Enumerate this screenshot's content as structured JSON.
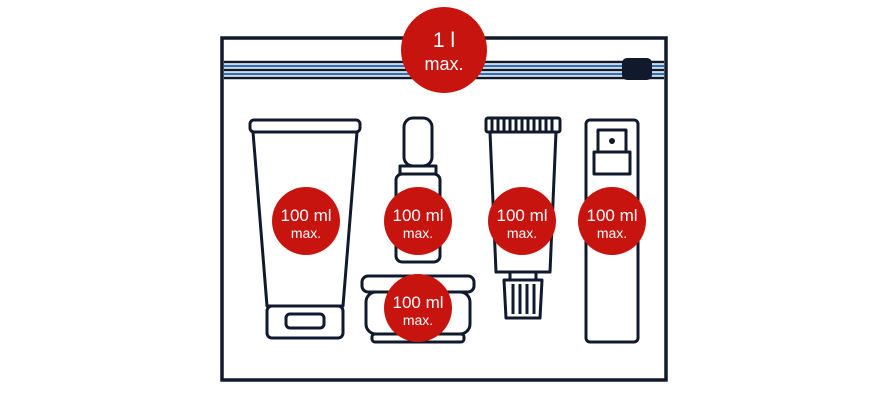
{
  "bag": {
    "limit_value": "1 l",
    "limit_suffix": "max.",
    "stroke_color": "#111a2c",
    "zip_color": "#2f6fb3",
    "badge_color": "#c8140e"
  },
  "containers": [
    {
      "name": "large-tube",
      "icon": "tube-icon",
      "volume": "100 ml",
      "suffix": "max."
    },
    {
      "name": "dropper-bottle",
      "icon": "dropper-bottle-icon",
      "volume": "100 ml",
      "suffix": "max."
    },
    {
      "name": "cream-jar",
      "icon": "jar-icon",
      "volume": "100 ml",
      "suffix": "max."
    },
    {
      "name": "small-tube",
      "icon": "small-tube-icon",
      "volume": "100 ml",
      "suffix": "max."
    },
    {
      "name": "spray-bottle",
      "icon": "spray-bottle-icon",
      "volume": "100 ml",
      "suffix": "max."
    }
  ]
}
